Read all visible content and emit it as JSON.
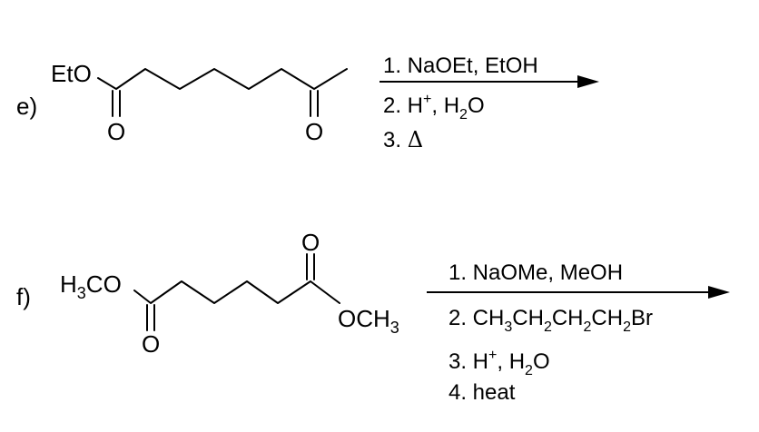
{
  "reaction_e": {
    "label": "e)",
    "reactant": {
      "ester_group": "EtO",
      "carbonyl_o_1": "O",
      "carbonyl_o_2": "O"
    },
    "conditions": {
      "step1": "1. NaOEt, EtOH",
      "step2_prefix": "2. H",
      "step2_charge": "+",
      "step2_mid": ", H",
      "step2_sub": "2",
      "step2_end": "O",
      "step3_prefix": "3. ",
      "step3_symbol": "Δ"
    }
  },
  "reaction_f": {
    "label": "f)",
    "reactant": {
      "left_group_h": "H",
      "left_group_sub": "3",
      "left_group_co": "CO",
      "right_group_och": "OCH",
      "right_group_sub": "3",
      "carbonyl_o_1": "O",
      "carbonyl_o_2": "O"
    },
    "conditions": {
      "step1": "1. NaOMe, MeOH",
      "step2_prefix": "2. CH",
      "step2_sub_a": "3",
      "step2_ch_b": "CH",
      "step2_sub_b": "2",
      "step2_ch_c": "CH",
      "step2_sub_c": "2",
      "step2_ch_d": "CH",
      "step2_sub_d": "2",
      "step2_end": "Br",
      "step3_prefix": "3. H",
      "step3_charge": "+",
      "step3_mid": ", H",
      "step3_sub": "2",
      "step3_end": "O",
      "step4": "4. heat"
    }
  }
}
